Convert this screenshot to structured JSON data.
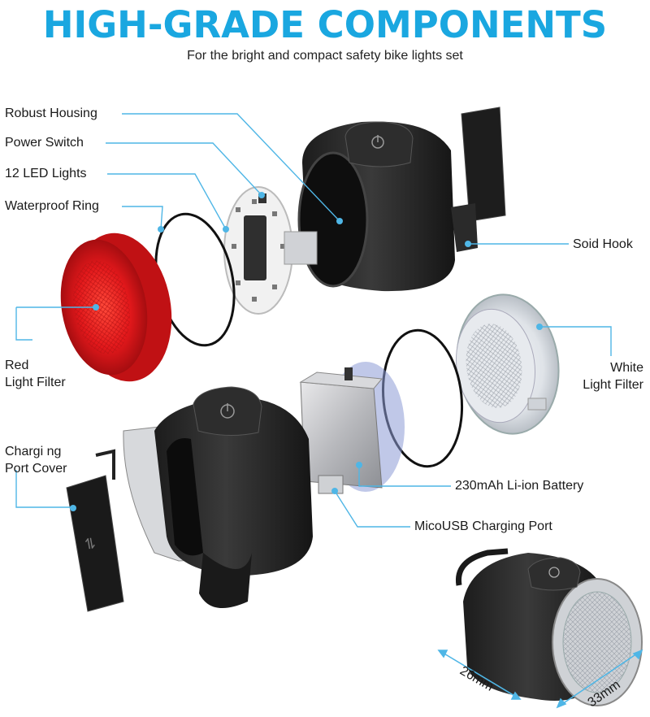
{
  "header": {
    "title": "HIGH-GRADE COMPONENTS",
    "subtitle": "For the bright and compact safety bike lights set"
  },
  "labels": {
    "robust_housing": "Robust Housing",
    "power_switch": "Power Switch",
    "led_lights": "12 LED Lights",
    "waterproof_ring": "Waterproof Ring",
    "red_filter_1": "Red",
    "red_filter_2": "Light Filter",
    "charging_cover_1": "Chargi ng",
    "charging_cover_2": "Port Cover",
    "soid_hook": "Soid Hook",
    "white_filter_1": "White",
    "white_filter_2": "Light Filter",
    "battery": "230mAh Li-ion Battery",
    "usb_port": "MicoUSB Charging Port"
  },
  "dimensions": {
    "depth": "26mm",
    "diameter": "33mm"
  },
  "colors": {
    "accent": "#1aa7e0",
    "leader": "#4fb6e6",
    "housing": "#2a2a2a",
    "red_filter": "#e01a1a"
  }
}
